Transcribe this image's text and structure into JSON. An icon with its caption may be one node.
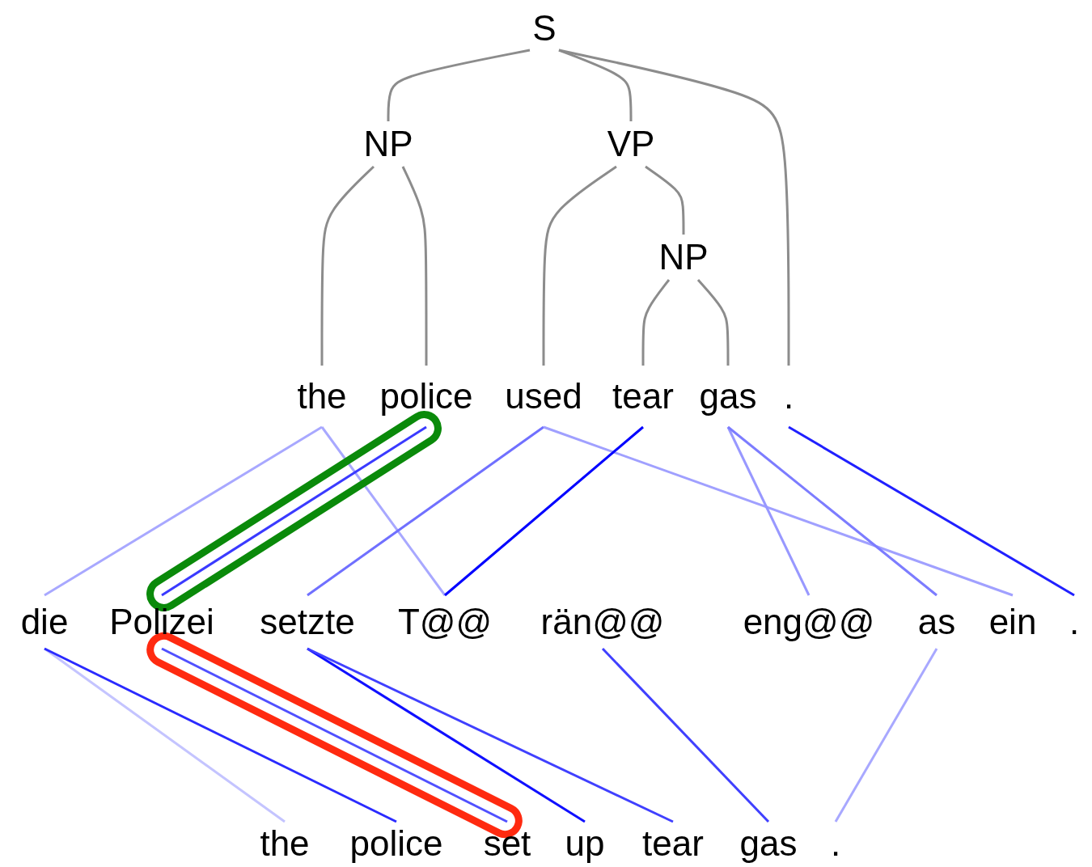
{
  "diagram": {
    "nodes": [
      {
        "text": [
          "S"
        ]
      },
      {
        "text": [
          "NP"
        ]
      },
      {
        "text": [
          "VP"
        ]
      },
      {
        "text": [
          "NP"
        ]
      },
      {
        "text": [
          "the"
        ]
      },
      {
        "text": [
          "police"
        ]
      },
      {
        "text": [
          "used"
        ]
      },
      {
        "text": [
          "tear"
        ]
      },
      {
        "text": [
          "gas"
        ]
      },
      {
        "text": [
          "."
        ]
      },
      {
        "text": [
          "die"
        ]
      },
      {
        "text": [
          "Polizei"
        ]
      },
      {
        "text": [
          "setzte"
        ]
      },
      {
        "text": [
          "T@@"
        ]
      },
      {
        "text": [
          "rän@@"
        ]
      },
      {
        "text": [
          "eng@@"
        ]
      },
      {
        "text": [
          "as"
        ]
      },
      {
        "text": [
          "ein"
        ]
      },
      {
        "text": [
          "."
        ]
      },
      {
        "text": [
          "the"
        ]
      },
      {
        "text": [
          "police"
        ]
      },
      {
        "text": [
          "set"
        ]
      },
      {
        "text": [
          "up"
        ]
      },
      {
        "text": [
          "tear"
        ]
      },
      {
        "text": [
          "gas"
        ]
      },
      {
        "text": [
          "."
        ]
      }
    ],
    "edges": [
      {
        "from": 0,
        "to": 1,
        "arrow": "none",
        "color": "#8c8c8c"
      },
      {
        "from": 0,
        "to": 2,
        "arrow": "none",
        "color": "#8c8c8c"
      },
      {
        "from": 0,
        "to": 9,
        "arrow": "none",
        "color": "#8c8c8c"
      },
      {
        "from": 1,
        "to": 4,
        "arrow": "none",
        "color": "#8c8c8c"
      },
      {
        "from": 1,
        "to": 5,
        "arrow": "none",
        "color": "#8c8c8c"
      },
      {
        "from": 2,
        "to": 6,
        "arrow": "none",
        "color": "#8c8c8c"
      },
      {
        "from": 2,
        "to": 3,
        "arrow": "none",
        "color": "#8c8c8c"
      },
      {
        "from": 3,
        "to": 7,
        "arrow": "none",
        "color": "#8c8c8c"
      },
      {
        "from": 3,
        "to": 8,
        "arrow": "none",
        "color": "#8c8c8c"
      },
      {
        "from": 4,
        "to": 10,
        "arrow": "none",
        "color": "#a8a8ff"
      },
      {
        "from": 4,
        "to": 13,
        "arrow": "none",
        "color": "#a8a8ff"
      },
      {
        "from": 5,
        "to": 11,
        "arrow": "none",
        "color": "#3a3aff"
      },
      {
        "from": 6,
        "to": 12,
        "arrow": "none",
        "color": "#7070ff"
      },
      {
        "from": 6,
        "to": 17,
        "arrow": "none",
        "color": "#a0a0ff"
      },
      {
        "from": 7,
        "to": 13,
        "arrow": "none",
        "color": "#0000ff"
      },
      {
        "from": 8,
        "to": 15,
        "arrow": "none",
        "color": "#9898ff"
      },
      {
        "from": 8,
        "to": 16,
        "arrow": "none",
        "color": "#7c7cff"
      },
      {
        "from": 9,
        "to": 18,
        "arrow": "none",
        "color": "#2020ff"
      },
      {
        "from": 10,
        "to": 19,
        "arrow": "none",
        "color": "#c4c4ff"
      },
      {
        "from": 10,
        "to": 20,
        "arrow": "none",
        "color": "#2a2aff"
      },
      {
        "from": 11,
        "to": 21,
        "arrow": "none",
        "color": "#5050ff"
      },
      {
        "from": 12,
        "to": 22,
        "arrow": "none",
        "color": "#1010ff"
      },
      {
        "from": 12,
        "to": 23,
        "arrow": "none",
        "color": "#4040ff"
      },
      {
        "from": 14,
        "to": 24,
        "arrow": "none",
        "color": "#4040ff"
      },
      {
        "from": 16,
        "to": 25,
        "arrow": "none",
        "color": "#a8a8ff"
      }
    ]
  }
}
